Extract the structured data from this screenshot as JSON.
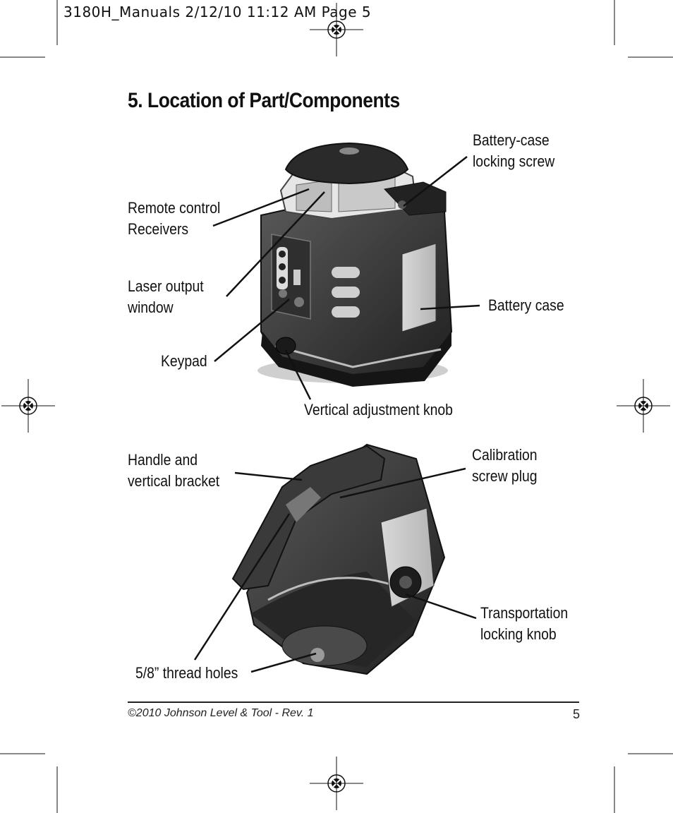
{
  "slug": "3180H_Manuals  2/12/10  11:12 AM  Page 5",
  "title": "5. Location of Part/Components",
  "labels": {
    "battery_screw": [
      "Battery-case",
      "locking screw"
    ],
    "remote": [
      "Remote control",
      "Receivers"
    ],
    "laser": [
      "Laser output",
      "window"
    ],
    "battery_case": "Battery case",
    "keypad": "Keypad",
    "vertical_knob": "Vertical adjustment knob",
    "handle": [
      "Handle and",
      "vertical bracket"
    ],
    "calibration": [
      "Calibration",
      "screw plug"
    ],
    "transport": [
      "Transportation",
      "locking knob"
    ],
    "thread": "5/8” thread holes"
  },
  "footer": {
    "copyright": "©2010 Johnson Level & Tool - Rev. 1",
    "page_number": "5"
  },
  "icons": [
    "registration-mark-icon"
  ]
}
